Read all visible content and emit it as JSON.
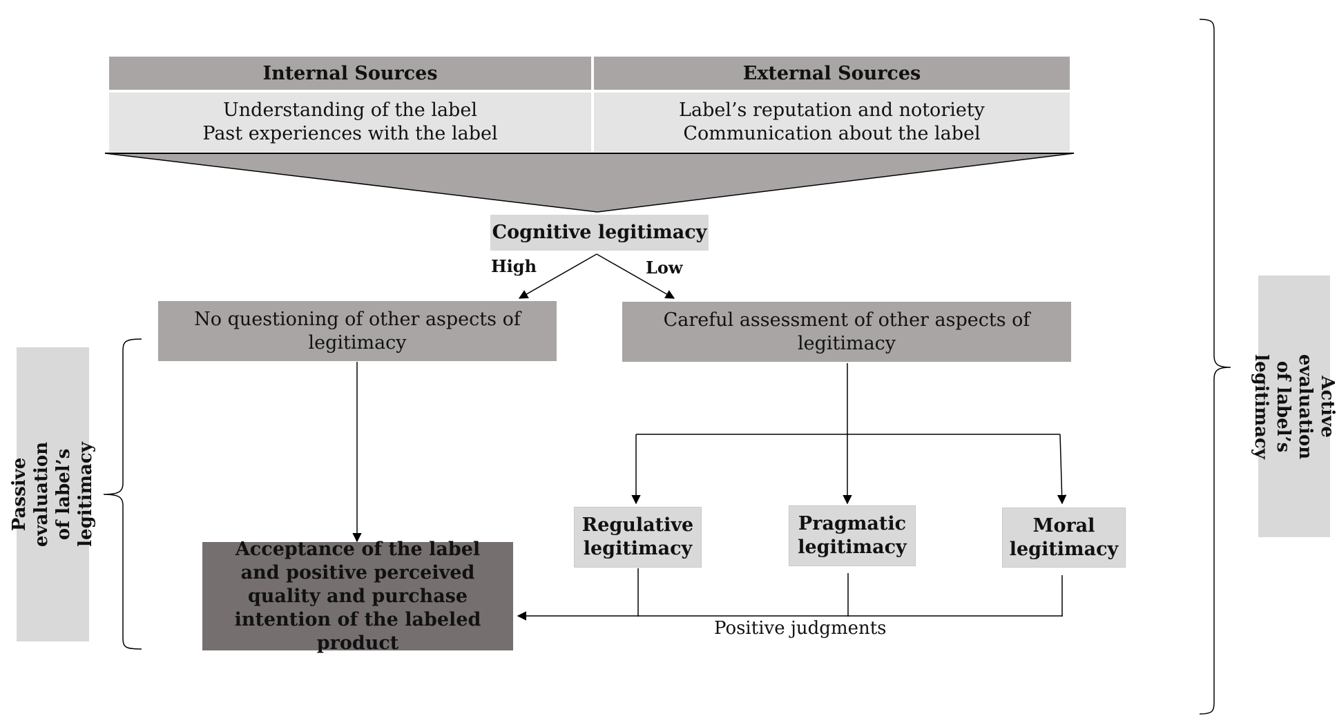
{
  "sources": {
    "internal_header": "Internal Sources",
    "external_header": "External Sources",
    "internal_items": [
      "Understanding of the label",
      "Past experiences with the label"
    ],
    "external_items": [
      "Label’s reputation and notoriety",
      "Communication about the label"
    ]
  },
  "cognitive": {
    "label": "Cognitive legitimacy",
    "high": "High",
    "low": "Low"
  },
  "branches": {
    "no_questioning": "No questioning of other aspects of legitimacy",
    "careful_assessment": "Careful assessment of other aspects of legitimacy"
  },
  "legitimacy_types": {
    "regulative": "Regulative legitimacy",
    "pragmatic": "Pragmatic legitimacy",
    "moral": "Moral legitimacy"
  },
  "outcome": "Acceptance of the label and positive perceived quality and purchase intention of the labeled product",
  "positive_judgments": "Positive judgments",
  "passive_label": "Passive evaluation of label’s legitimacy",
  "active_label": "Active evaluation of label’s legitimacy"
}
